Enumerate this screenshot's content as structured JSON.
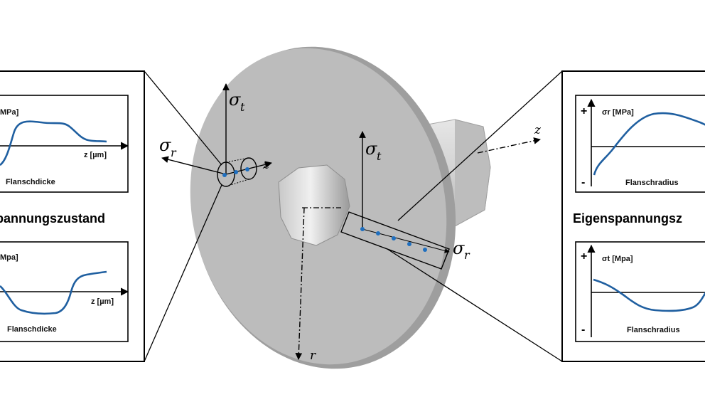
{
  "left_panel": {
    "top_chart": {
      "y_label": "MPa]",
      "x_label": "z [µm]",
      "caption": "Flanschdicke"
    },
    "title": "pannungszustand",
    "bottom_chart": {
      "y_label": "Mpa]",
      "x_label": "z [µm]",
      "caption": "Flanschdicke"
    }
  },
  "right_panel": {
    "top_chart": {
      "y_label": "σr [MPa]",
      "x_label": "",
      "caption": "Flanschradius",
      "plus": "+",
      "minus": "-"
    },
    "title": "Eigenspannungsz",
    "bottom_chart": {
      "y_label": "σt [Mpa]",
      "x_label": "",
      "caption": "Flanschradius",
      "plus": "+",
      "minus": "-"
    }
  },
  "part_labels": {
    "sigma": "σ",
    "t": "t",
    "r_sub": "r",
    "z": "z",
    "r": "r"
  },
  "colors": {
    "curve": "#1f5fa0",
    "point": "#1f6fbf",
    "disk": "#b9b9b9",
    "shaft": "#d4d4d4"
  }
}
